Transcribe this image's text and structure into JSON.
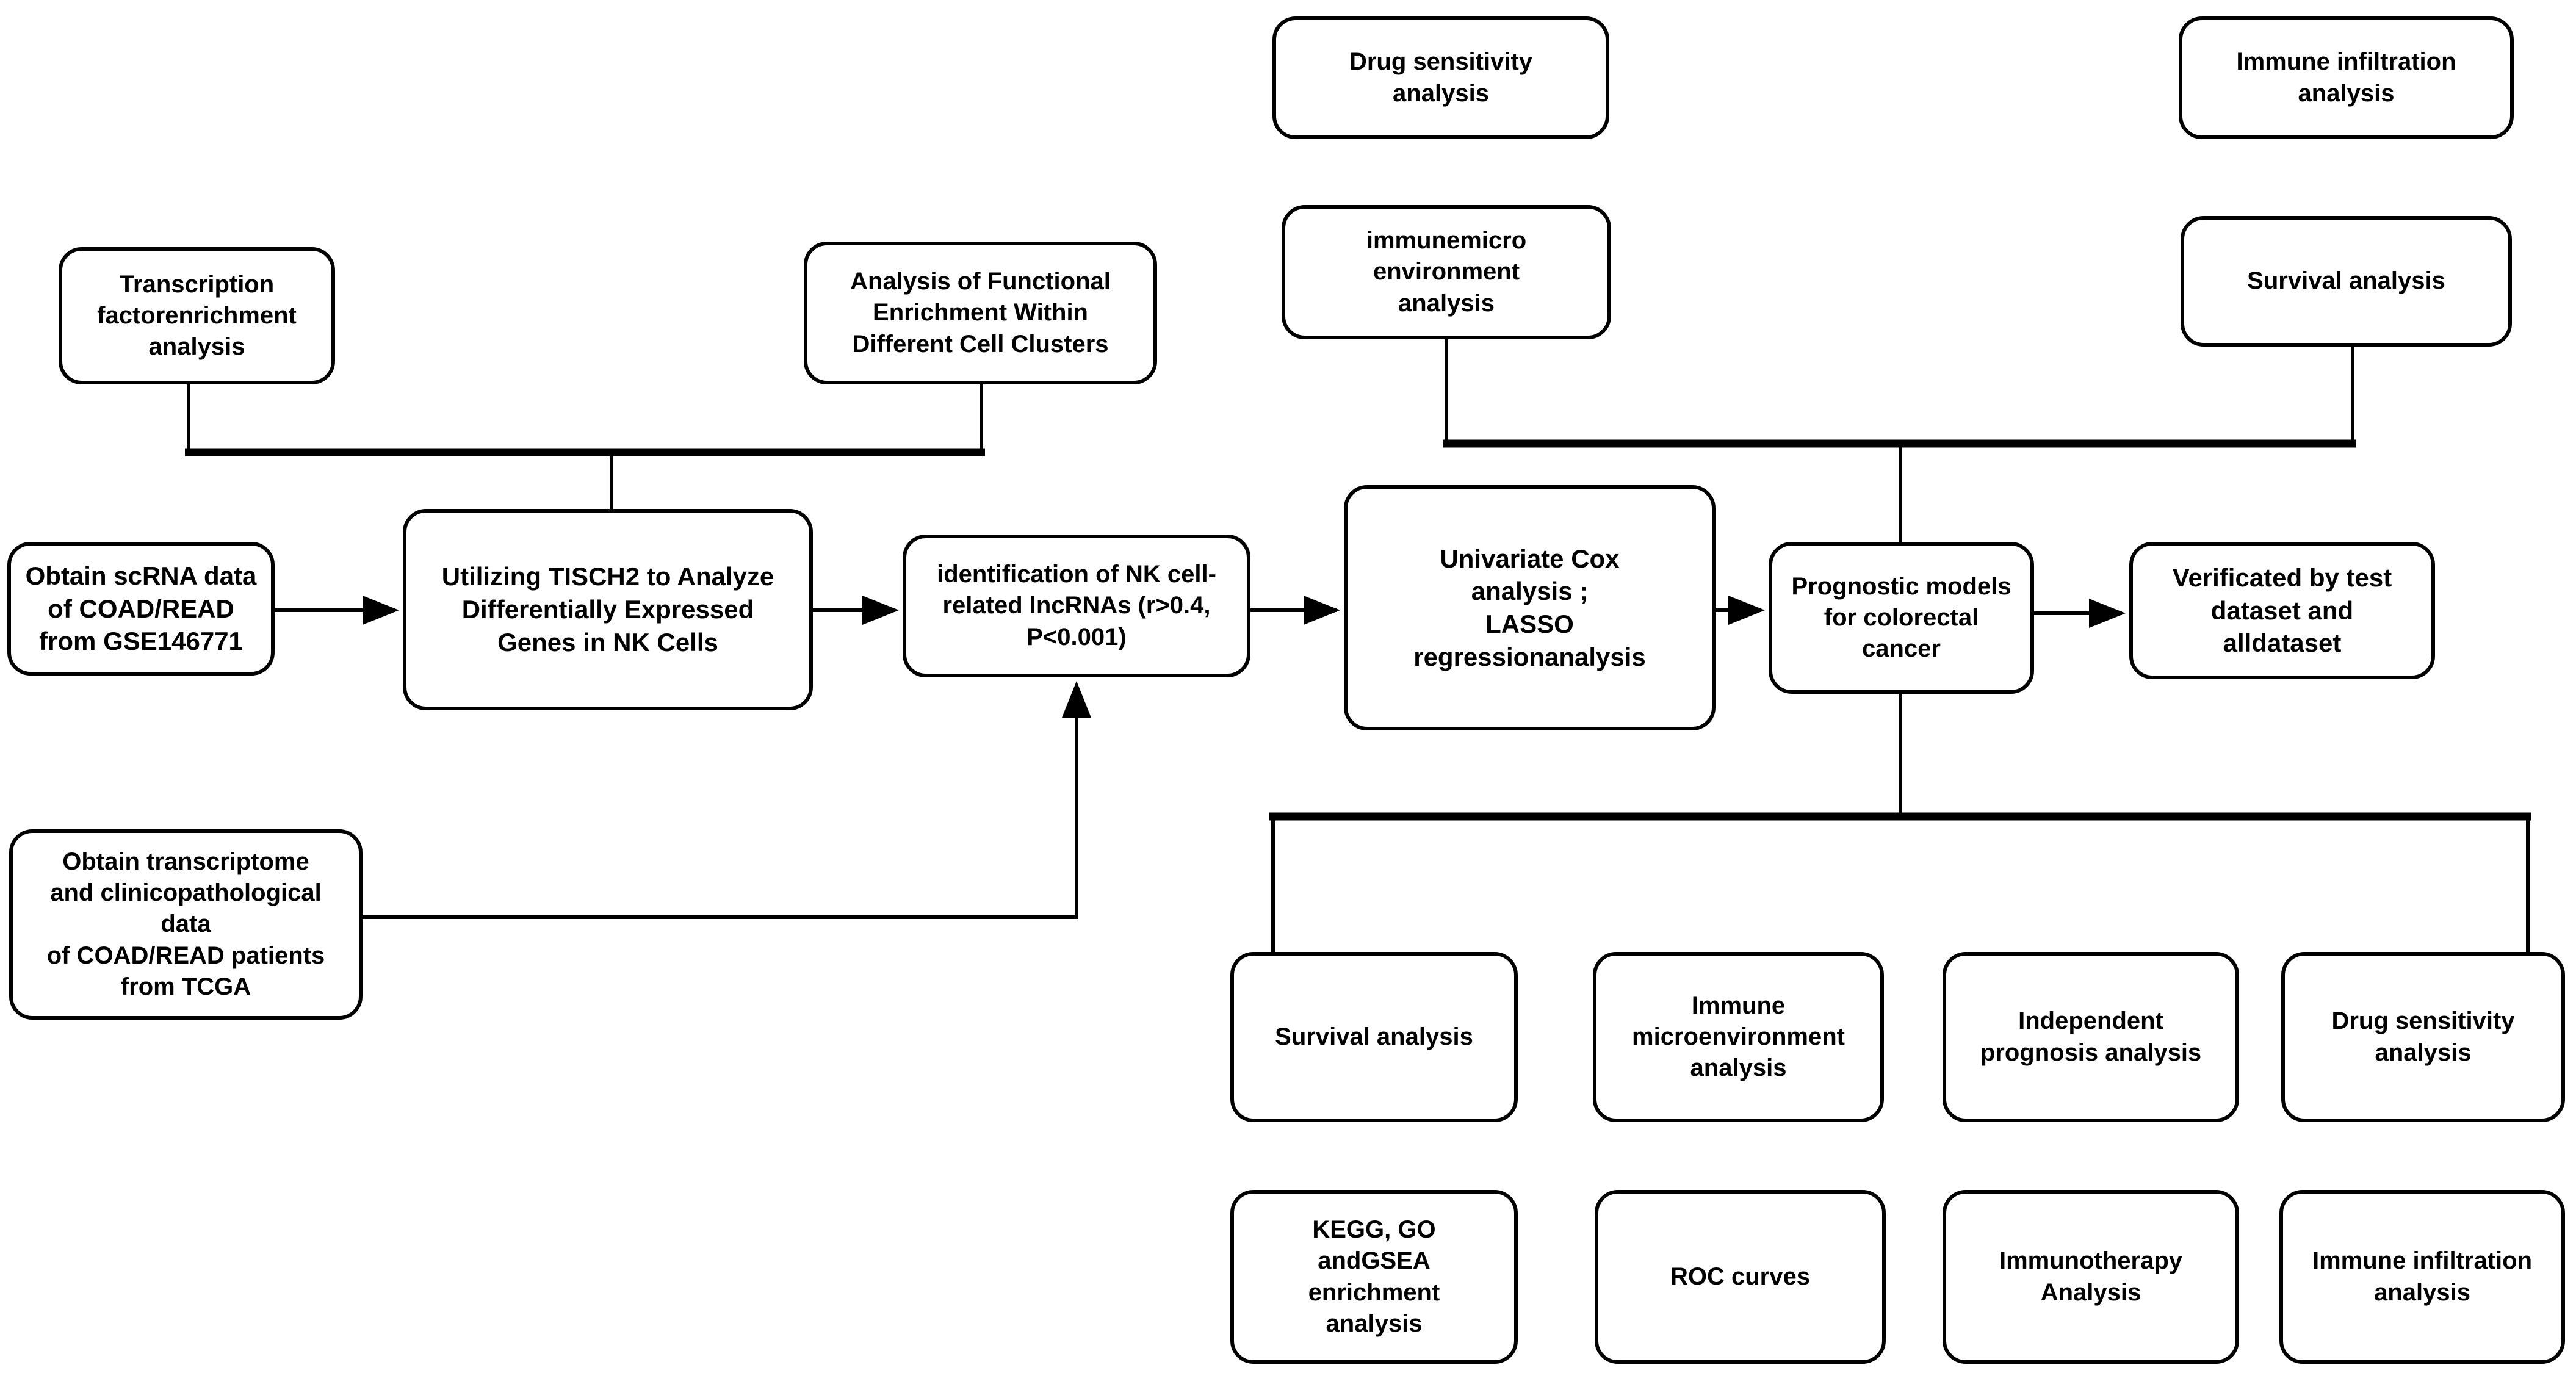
{
  "diagram": {
    "background_color": "#ffffff",
    "line_color": "#000000",
    "nodes": {
      "transcription_factor": {
        "label": "Transcription\nfactorenrichment\nanalysis"
      },
      "functional_enrichment": {
        "label": "Analysis of Functional\nEnrichment Within\nDifferent Cell Clusters"
      },
      "drug_sensitivity_top": {
        "label": "Drug sensitivity\nanalysis"
      },
      "immune_micro_top": {
        "label": "immunemicro\nenvironment\nanalysis"
      },
      "immune_infiltration_top": {
        "label": "Immune infiltration\nanalysis"
      },
      "survival_top": {
        "label": "Survival analysis"
      },
      "obtain_scrna": {
        "label": "Obtain scRNA data\nof COAD/READ\nfrom GSE146771"
      },
      "tisch2": {
        "label": "Utilizing TISCH2 to Analyze\nDifferentially Expressed\nGenes in NK Cells"
      },
      "identification": {
        "label": "identification of NK cell-\nrelated lncRNAs (r>0.4,\nP<0.001)"
      },
      "cox_lasso": {
        "label": "Univariate Cox\nanalysis ;\nLASSO\nregressionanalysis"
      },
      "prognostic_models": {
        "label": "Prognostic models\nfor colorectal\ncancer"
      },
      "verification": {
        "label": "Verificated by test\ndataset and\nalldataset"
      },
      "obtain_transcriptome": {
        "label": "Obtain transcriptome\nand clinicopathological\ndata\nof COAD/READ patients\nfrom TCGA"
      },
      "row1_survival": {
        "label": "Survival analysis"
      },
      "row1_immune_micro": {
        "label": "Immune\nmicroenvironment\nanalysis"
      },
      "row1_independent_prognosis": {
        "label": "Independent\nprognosis analysis"
      },
      "row1_drug_sensitivity": {
        "label": "Drug sensitivity\nanalysis"
      },
      "row2_kegg_go_gsea": {
        "label": "KEGG, GO\nandGSEA\nenrichment\nanalysis"
      },
      "row2_roc": {
        "label": "ROC curves"
      },
      "row2_immunotherapy": {
        "label": "Immunotherapy\nAnalysis"
      },
      "row2_immune_infiltration": {
        "label": "Immune infiltration\nanalysis"
      }
    }
  }
}
